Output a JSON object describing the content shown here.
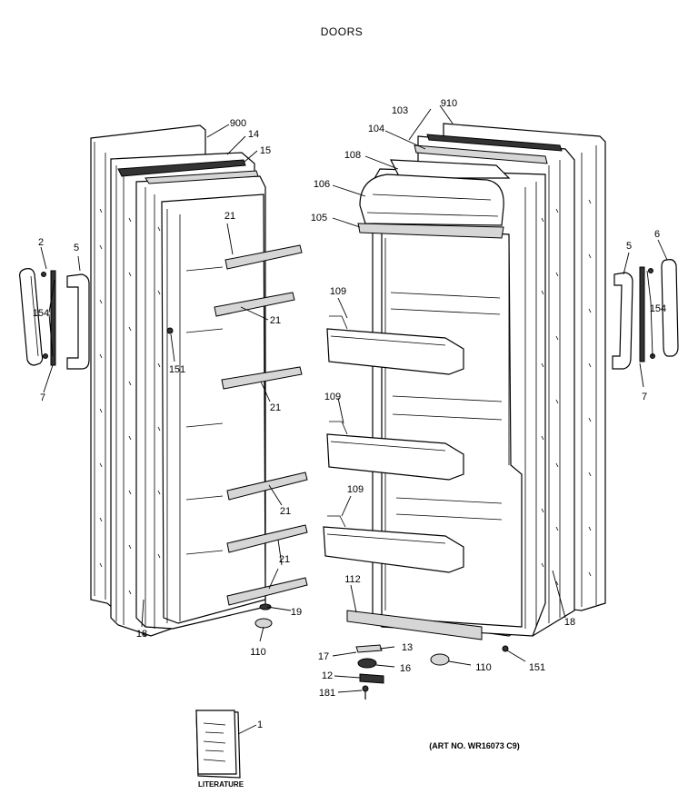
{
  "title": "DOORS",
  "art_number": "(ART NO. WR16073 C9)",
  "literature_label": "LITERATURE",
  "callouts": {
    "c900": "900",
    "c14": "14",
    "c15": "15",
    "c21a": "21",
    "c21b": "21",
    "c21c": "21",
    "c21d": "21",
    "c21e": "21",
    "c2": "2",
    "c5l": "5",
    "c154l": "154",
    "c7l": "7",
    "c151l": "151",
    "c18l": "18",
    "c19": "19",
    "c110l": "110",
    "c910": "910",
    "c103": "103",
    "c104": "104",
    "c108": "108",
    "c106": "106",
    "c105": "105",
    "c109a": "109",
    "c109b": "109",
    "c109c": "109",
    "c112": "112",
    "c5r": "5",
    "c6": "6",
    "c154r": "154",
    "c7r": "7",
    "c18r": "18",
    "c13": "13",
    "c17": "17",
    "c16": "16",
    "c12": "12",
    "c181": "181",
    "c110r": "110",
    "c151r": "151",
    "c1": "1"
  }
}
